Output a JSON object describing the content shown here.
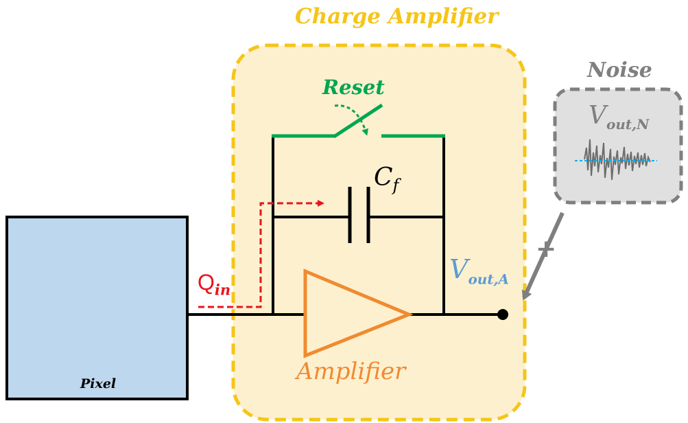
{
  "charge_amplifier": {
    "title": "Charge Amplifier",
    "color": "#f5c518",
    "fill": "#fdf0cf"
  },
  "reset": {
    "label": "Reset",
    "color": "#00a651"
  },
  "feedback_cap": {
    "label_main": "C",
    "label_sub": "f"
  },
  "amplifier": {
    "label": "Amplifier",
    "color": "#f08a30"
  },
  "pixel": {
    "label": "Pixel",
    "fill": "#bdd7ee"
  },
  "input_charge": {
    "label_main": "Q",
    "label_sub": "in",
    "color": "#e8141b"
  },
  "output": {
    "label_main": "V",
    "label_sub": "out,A",
    "color": "#5b9bd5"
  },
  "noise": {
    "title": "Noise",
    "signal_main": "V",
    "signal_sub": "out,N",
    "plus_symbol": "+",
    "color": "#7f7f7f",
    "fill": "#e0e0e0",
    "baseline_color": "#00b0f0"
  }
}
